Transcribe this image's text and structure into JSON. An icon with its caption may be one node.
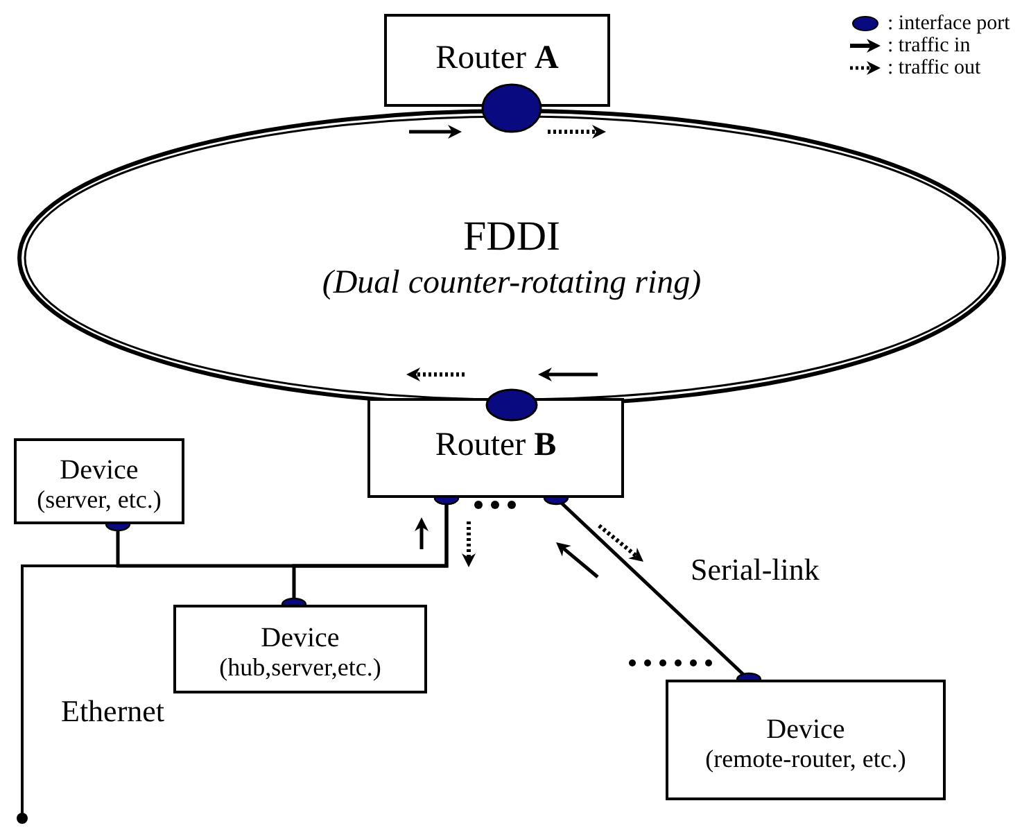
{
  "diagram": {
    "nodes": [
      {
        "text": [
          "Router **A**"
        ]
      },
      {
        "text": [
          "FDDI",
          "(Dual counter-rotating ring)"
        ]
      },
      {
        "text": [
          "Router **B**"
        ]
      },
      {
        "text": [
          "Device",
          "(server, etc.)"
        ]
      },
      {
        "text": [
          "Device",
          "(hub,server,etc.)"
        ]
      },
      {
        "text": [
          "Device",
          "(remote-router, etc.)"
        ]
      }
    ],
    "edges": [
      {
        "from": 2,
        "to": 3,
        "arrow": "other"
      },
      {
        "from": 2,
        "to": 4,
        "arrow": "other"
      },
      {
        "from": 2,
        "to": 5,
        "arrow": "other",
        "label": "Serial-link"
      }
    ],
    "labels": [
      "Ethernet"
    ],
    "legend": [
      {
        "text": ": interface port"
      },
      {
        "text": ": traffic in"
      },
      {
        "text": ": traffic out"
      }
    ]
  }
}
